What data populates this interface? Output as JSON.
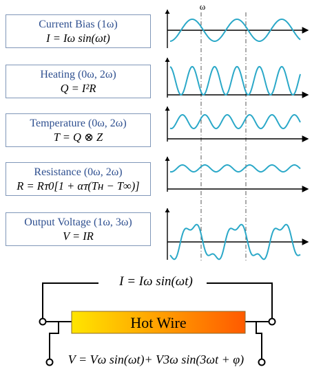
{
  "signal_boxes": [
    {
      "title": "Current Bias (1ω)",
      "equation": "I = Iω sin(ωt)"
    },
    {
      "title": "Heating (0ω, 2ω)",
      "equation": "Q = I²R"
    },
    {
      "title": "Temperature (0ω, 2ω)",
      "equation": "T = Q ⊗ Z"
    },
    {
      "title": "Resistance (0ω, 2ω)",
      "equation": "R = Rᴛ0[1 + αᴛ(Tʜ − T∞)]"
    },
    {
      "title": "Output Voltage (1ω, 3ω)",
      "equation": "V = IR"
    }
  ],
  "omega_label": "ω",
  "circuit": {
    "current_equation": "I = Iω sin(ωt)",
    "wire_label": "Hot Wire",
    "voltage_equation": "V = Vω sin(ωt)+ V3ω sin(3ωt + φ)"
  },
  "colors": {
    "wave": "#2aa8c8",
    "box_title": "#2e4f8f",
    "box_border": "#7f96b8",
    "wire_gradient_start": "#ffe500",
    "wire_gradient_end": "#ff6a00"
  }
}
